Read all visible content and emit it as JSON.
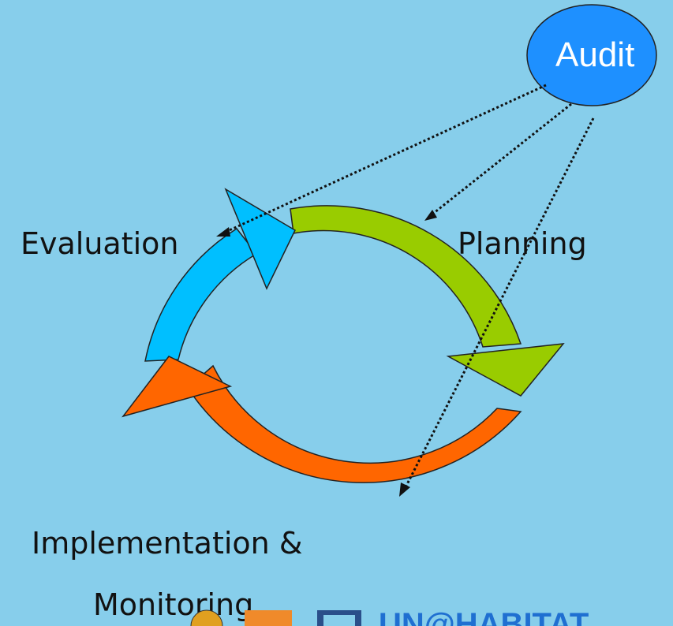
{
  "nodes": {
    "audit": "Audit",
    "evaluation": "Evaluation",
    "planning": "Planning",
    "implementation_line1": "Implementation &",
    "implementation_line2": "Monitoring"
  },
  "colors": {
    "background": "#87CEEB",
    "audit_fill": "#1E90FF",
    "evaluation_arrow": "#00BFFF",
    "planning_arrow": "#99CC00",
    "implementation_arrow": "#FF6600",
    "footer_text": "#1f6fd1"
  },
  "footer": {
    "text": "UN@HABITAT"
  }
}
